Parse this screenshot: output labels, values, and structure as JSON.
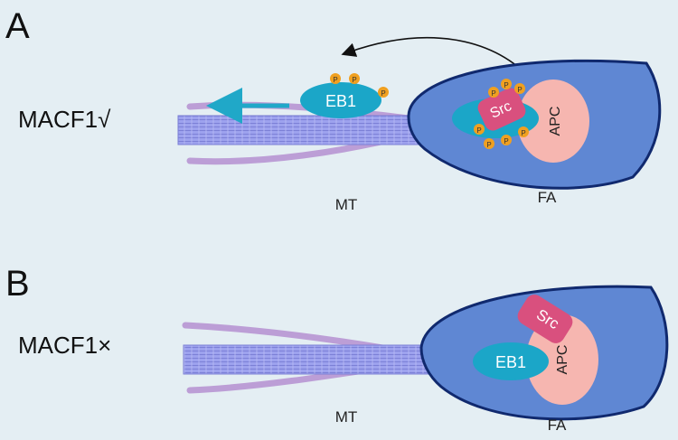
{
  "panels": [
    {
      "letter": "A",
      "condition": "MACF1√",
      "mt_label": "MT",
      "fa_label": "FA",
      "eb1_label": "EB1",
      "src_label": "Src",
      "apc_label": "APC",
      "phospho_label": "P"
    },
    {
      "letter": "B",
      "condition": "MACF1×",
      "mt_label": "MT",
      "fa_label": "FA",
      "eb1_label": "EB1",
      "src_label": "Src",
      "apc_label": "APC"
    }
  ],
  "colors": {
    "background": "#e4eef3",
    "microtubule": "#8e93e6",
    "actin_strand": "#b58fd0",
    "focal_adhesion_fill": "#5f87d3",
    "focal_adhesion_stroke": "#10296e",
    "eb1": "#1ba6c8",
    "src": "#d9507e",
    "apc": "#f6b6b0",
    "phospho": "#f0a020",
    "arrow_cyan": "#20a8c8",
    "arrow_black": "#111111"
  }
}
